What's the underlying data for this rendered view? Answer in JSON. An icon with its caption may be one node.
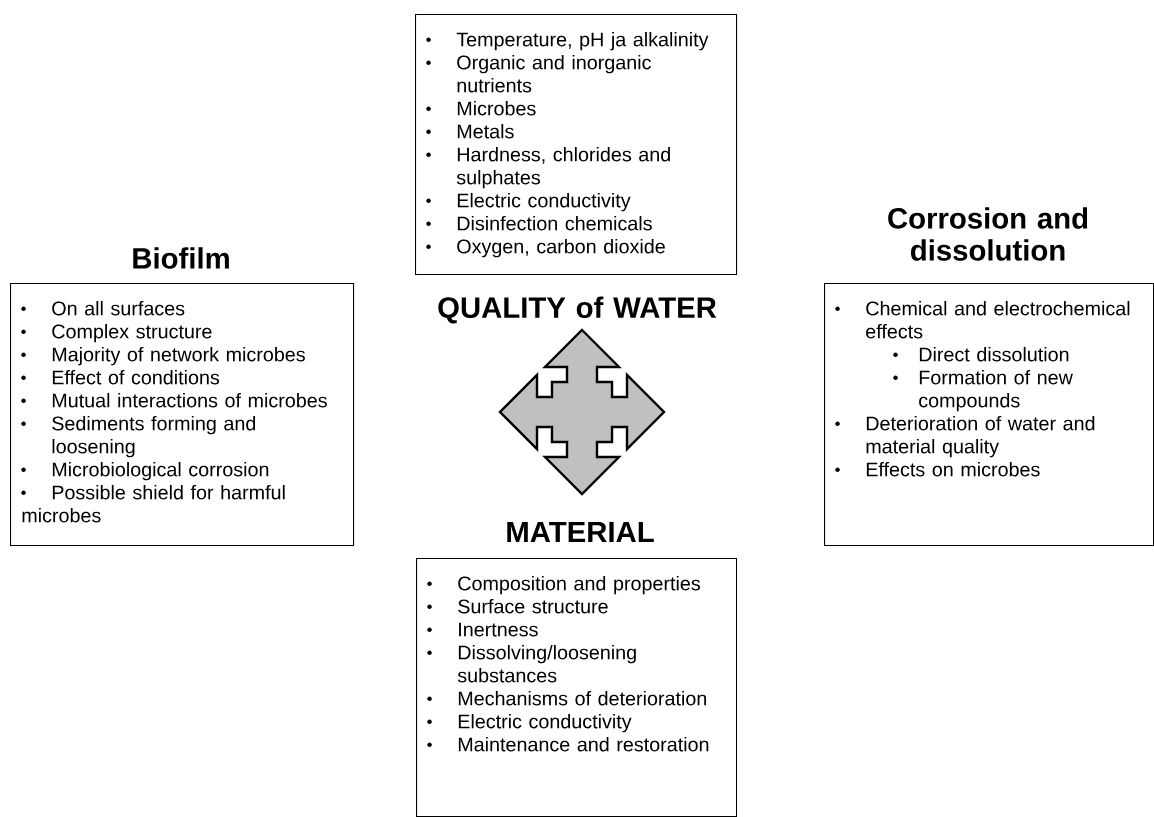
{
  "diagram": {
    "nodes": [
      {
        "text": [
          "Temperature, pH ja alkalinity",
          "Organic and inorganic nutrients",
          "Microbes",
          "Metals",
          "Hardness, chlorides and sulphates",
          "Electric conductivity",
          "Disinfection chemicals",
          "Oxygen, carbon dioxide",
          "QUALITY of WATER"
        ]
      },
      {
        "text": [
          "Biofilm",
          "On all surfaces",
          "Complex structure",
          "Majority of network microbes",
          "Effect of conditions",
          "Mutual interactions of microbes",
          "Sediments forming and loosening",
          "Microbiological corrosion",
          "Possible shield for harmful microbes"
        ]
      },
      {
        "text": [
          "Corrosion and dissolution",
          "Chemical and electrochemical effects",
          "Direct dissolution",
          "Formation of new compounds",
          "Deterioration of water and material quality",
          "Effects on microbes"
        ]
      },
      {
        "text": [
          "MATERIAL",
          "Composition and properties",
          "Surface structure",
          "Inertness",
          "Dissolving/loosening substances",
          "Mechanisms of deterioration",
          "Electric conductivity",
          "Maintenance and restoration"
        ]
      }
    ]
  }
}
